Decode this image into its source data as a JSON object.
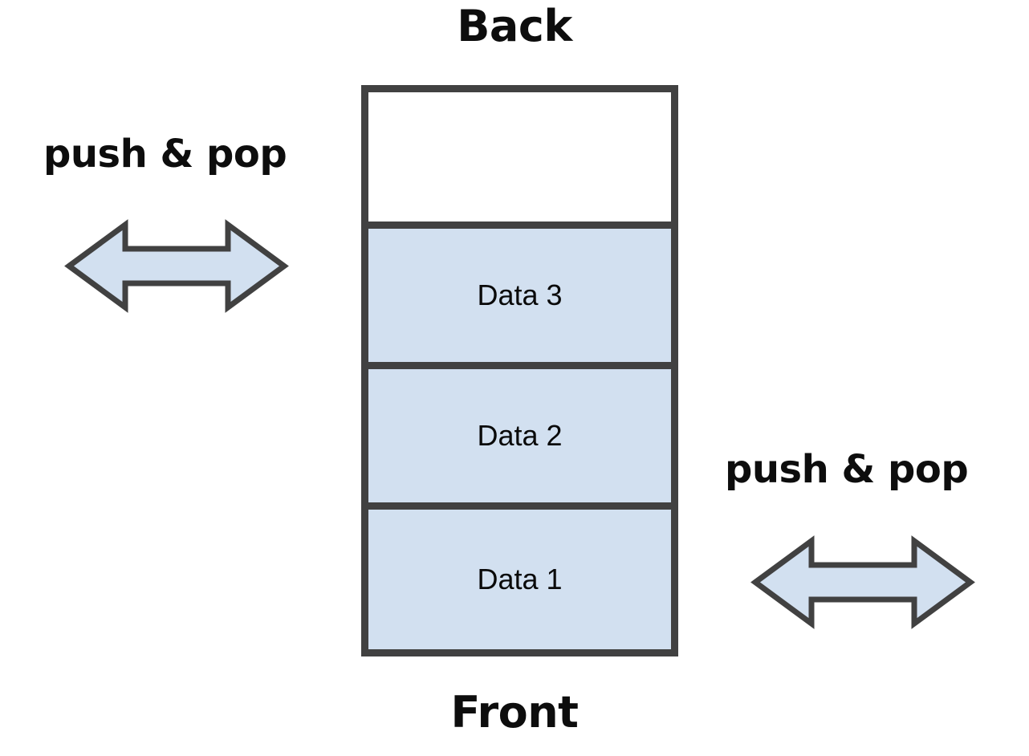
{
  "diagram": {
    "title_top": "Back",
    "title_bottom": "Front",
    "colors": {
      "cell_fill": "#d2e0f0",
      "stroke": "#414141",
      "arrow_fill": "#d2e0f0",
      "arrow_stroke": "#414141",
      "text": "#0a0a0a",
      "background": "#ffffff"
    },
    "stack": {
      "cells": [
        {
          "label": "",
          "filled": false
        },
        {
          "label": "Data 3",
          "filled": true
        },
        {
          "label": "Data 2",
          "filled": true
        },
        {
          "label": "Data 1",
          "filled": true
        }
      ]
    },
    "operations": [
      {
        "label": "push & pop",
        "side": "left",
        "icon": "double-arrow-horizontal-icon"
      },
      {
        "label": "push & pop",
        "side": "right",
        "icon": "double-arrow-horizontal-icon"
      }
    ]
  }
}
